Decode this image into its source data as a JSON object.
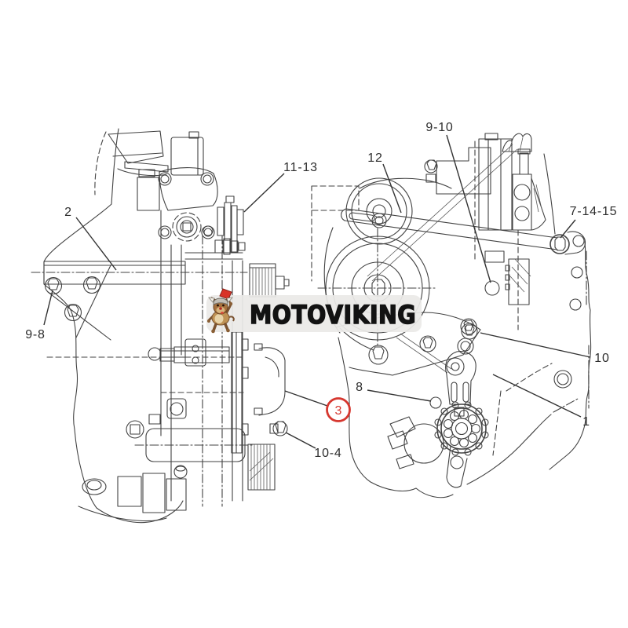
{
  "figure": {
    "kind": "engine parts line diagram, two assembly views with numbered callouts",
    "background_color": "#ffffff",
    "line_color": "#424242",
    "label_color": "#2d2d2d",
    "highlight_color": "#d6372f"
  },
  "watermark": {
    "brand": "MOTOVIKING",
    "band_color": "#ebeae7",
    "text_color": "#121212",
    "mascot": "viking-dog-with-red-axe"
  },
  "callouts": [
    {
      "label": "2",
      "highlighted": false
    },
    {
      "label": "11-13",
      "highlighted": false
    },
    {
      "label": "9-8",
      "highlighted": false
    },
    {
      "label": "12",
      "highlighted": false
    },
    {
      "label": "9-10",
      "highlighted": false
    },
    {
      "label": "7-14-15",
      "highlighted": false
    },
    {
      "label": "10",
      "highlighted": false
    },
    {
      "label": "8",
      "highlighted": false
    },
    {
      "label": "1",
      "highlighted": false
    },
    {
      "label": "3",
      "highlighted": true
    },
    {
      "label": "10-4",
      "highlighted": false
    }
  ]
}
